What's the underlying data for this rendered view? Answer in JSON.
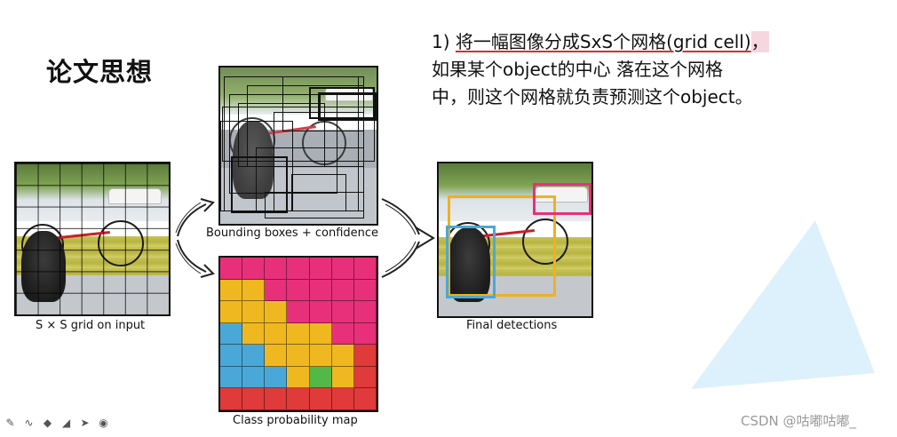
{
  "slide": {
    "title": "论文思想",
    "description": {
      "line1_prefix": "1) ",
      "line1_underlined": "将一幅图像分成SxS个网格(grid cell)",
      "line1_suffix": "，",
      "line2": "如果某个object的中心 落在这个网格",
      "line3": "中，则这个网格就负责预测这个object。"
    }
  },
  "diagram": {
    "input_caption": "S × S grid on input",
    "bbox_caption": "Bounding boxes + confidence",
    "classmap_caption": "Class probability map",
    "final_caption": "Final detections"
  },
  "class_probability_map": {
    "colors": {
      "pink": "#e8307a",
      "yellow": "#f0b820",
      "blue": "#4aa8d8",
      "green": "#52b848",
      "red": "#e03a3a"
    },
    "rows": [
      [
        "pink",
        "pink",
        "pink",
        "pink",
        "pink",
        "pink",
        "pink"
      ],
      [
        "yellow",
        "yellow",
        "pink",
        "pink",
        "pink",
        "pink",
        "pink"
      ],
      [
        "yellow",
        "yellow",
        "yellow",
        "pink",
        "pink",
        "pink",
        "pink"
      ],
      [
        "blue",
        "yellow",
        "yellow",
        "yellow",
        "yellow",
        "pink",
        "pink"
      ],
      [
        "blue",
        "blue",
        "yellow",
        "yellow",
        "yellow",
        "yellow",
        "red"
      ],
      [
        "blue",
        "blue",
        "blue",
        "yellow",
        "green",
        "yellow",
        "red"
      ],
      [
        "red",
        "red",
        "red",
        "red",
        "red",
        "red",
        "red"
      ]
    ]
  },
  "detections": {
    "colors": {
      "bicycle": "#f0b020",
      "car": "#e8307a",
      "dog": "#4aa8d8"
    }
  },
  "toolbar": {
    "icons": [
      "pen-icon",
      "draw-icon",
      "highlighter-icon",
      "eraser-icon",
      "pointer-icon",
      "record-icon"
    ]
  },
  "watermark": "CSDN @咕嘟咕嘟_"
}
